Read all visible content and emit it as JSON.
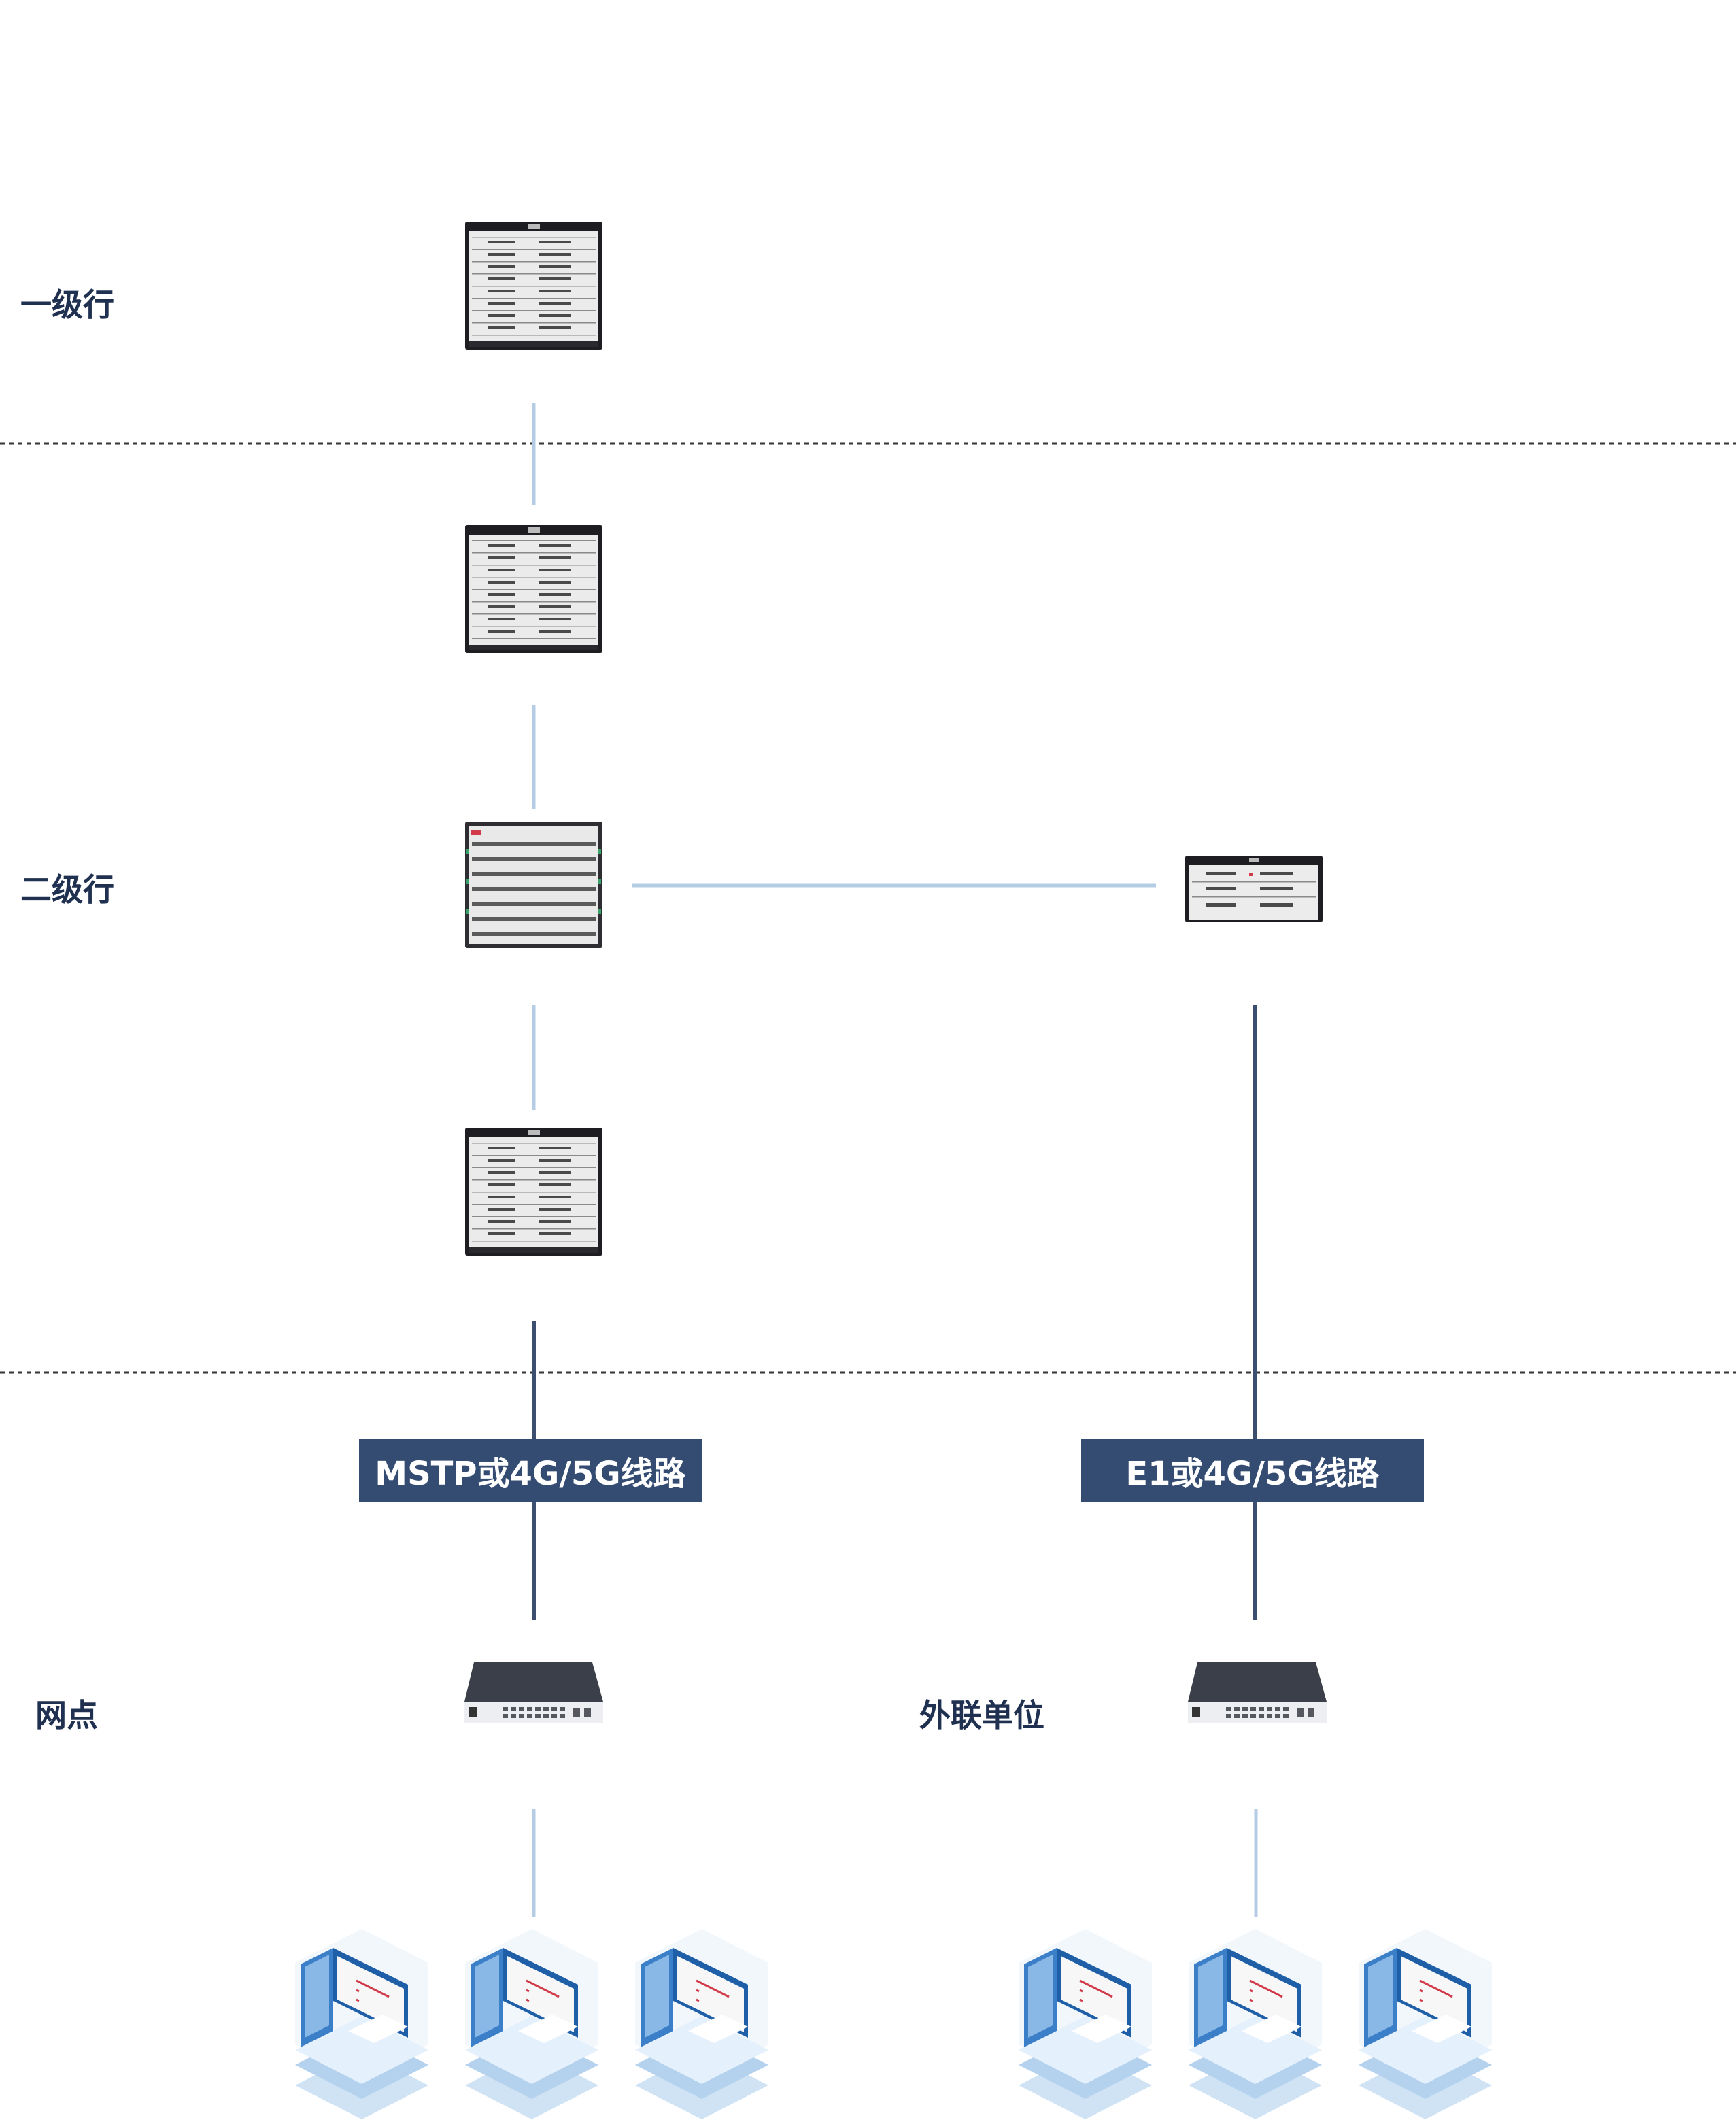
{
  "tiers": {
    "level1": "一级行",
    "level2": "二级行",
    "branch": "网点",
    "external": "外联单位"
  },
  "links": {
    "left_wan": "MSTP或4G/5G线路",
    "right_wan": "E1或4G/5G线路"
  },
  "colors": {
    "label_text": "#1f3050",
    "tag_bg": "#354c72",
    "light_link": "#b4cce4",
    "dark_link": "#3c4f70",
    "divider": "#333333"
  }
}
